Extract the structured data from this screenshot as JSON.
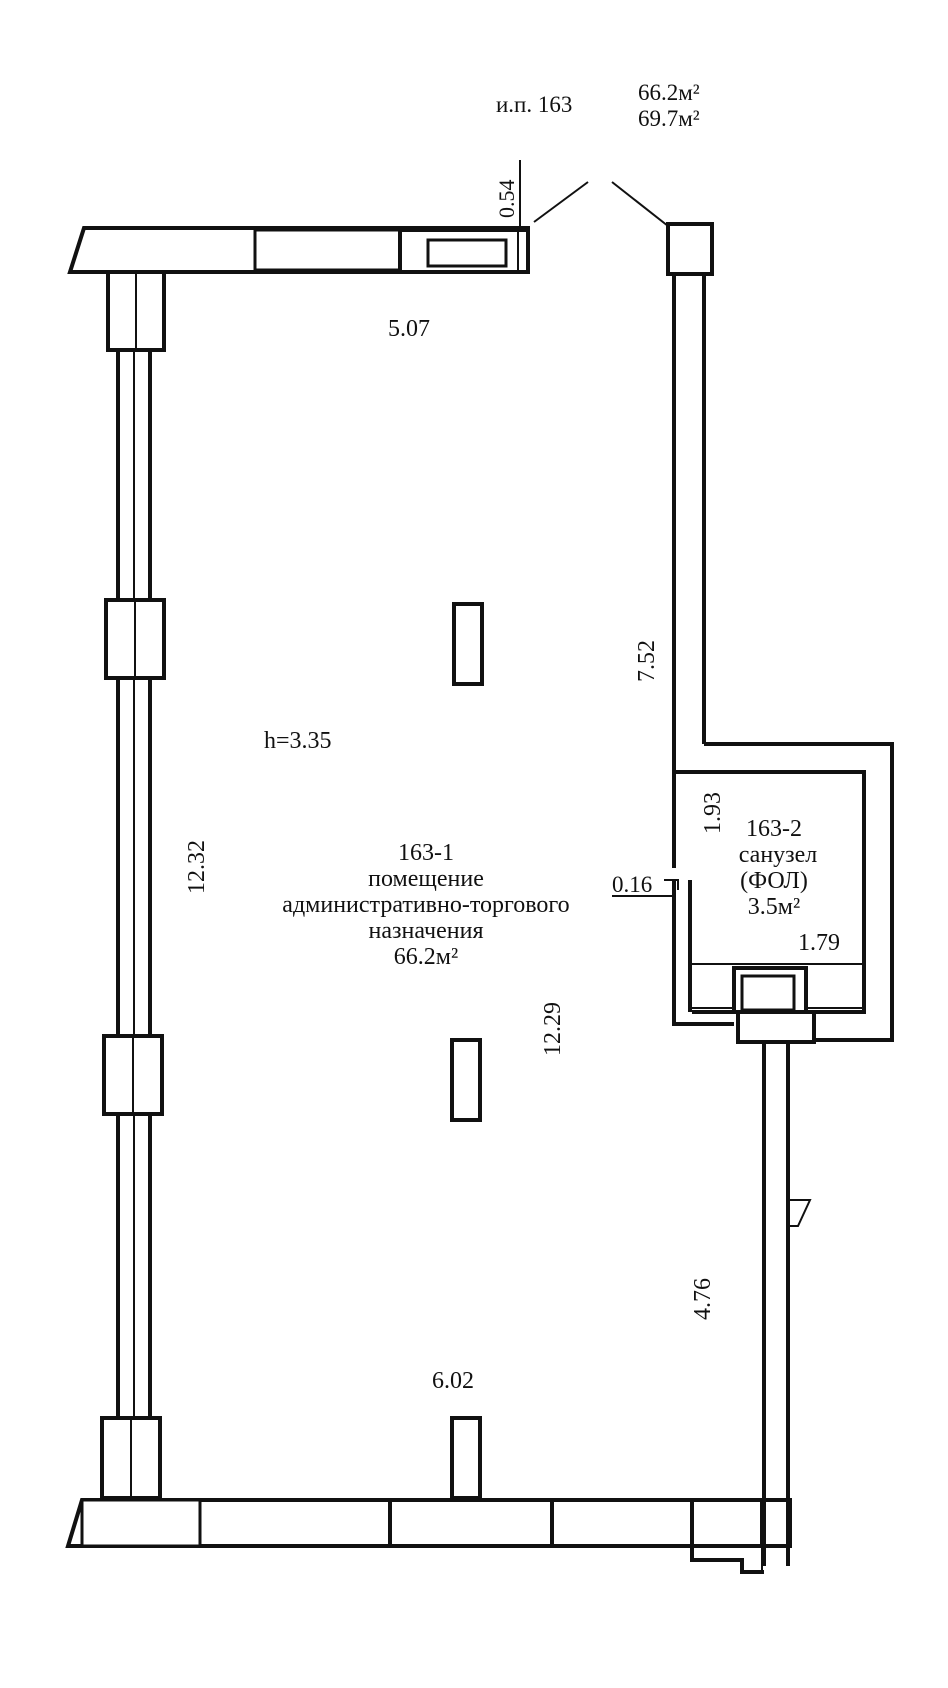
{
  "plan": {
    "header": {
      "unit_id": "и.п. 163",
      "area_main": "66.2м²",
      "area_total": "69.7м²"
    },
    "rooms": [
      {
        "id": "163-1",
        "name_line1": "помещение",
        "name_line2": "административно-торгового",
        "name_line3": "назначения",
        "area": "66.2м²"
      },
      {
        "id": "163-2",
        "name_line1": "санузел",
        "name_line2": "(ФОЛ)",
        "area": "3.5м²"
      }
    ],
    "ceiling_height": "h=3.35",
    "dimensions": {
      "top_wall": "5.07",
      "door_offset": "0.54",
      "left_wall": "12.32",
      "inner_length": "12.29",
      "right_upper": "7.52",
      "right_lower": "4.76",
      "bottom_wall": "6.02",
      "wc_height": "1.93",
      "wc_width": "1.79",
      "wc_partition": "0.16"
    }
  }
}
